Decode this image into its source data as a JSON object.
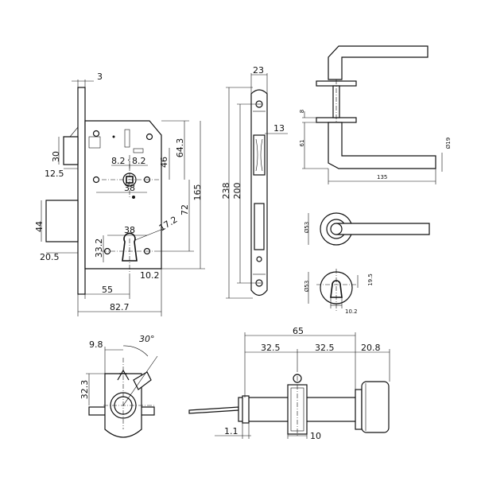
{
  "lock_body": {
    "d_3": "3",
    "d_30": "30",
    "d_12_5": "12.5",
    "d_44": "44",
    "d_20_5": "20.5",
    "d_8_2_a": "8.2",
    "d_8_2_b": "8.2",
    "d_38_top": "38",
    "d_46": "46",
    "d_64_3": "64.3",
    "d_165": "165",
    "d_72": "72",
    "d_38_mid": "38",
    "d_17_2": "17.2",
    "d_33_2": "33.2",
    "d_10_2": "10.2",
    "d_55": "55",
    "d_82_7": "82.7"
  },
  "faceplate": {
    "d_23": "23",
    "d_13": "13",
    "d_238": "238",
    "d_200": "200"
  },
  "handle": {
    "d_8": "8",
    "d_61": "61",
    "d_19": "Ø19",
    "d_135": "135"
  },
  "rosette": {
    "d_53": "Ø53"
  },
  "escutcheon": {
    "d_53": "Ø53",
    "d_19_5": "19.5",
    "d_10_2": "10.2"
  },
  "cylinder_front": {
    "d_9_8": "9.8",
    "d_30deg": "30°",
    "d_32_3": "32.3"
  },
  "cylinder_side": {
    "d_65": "65",
    "d_32_5_a": "32.5",
    "d_32_5_b": "32.5",
    "d_20_8": "20.8",
    "d_1_1": "1.1",
    "d_10": "10"
  }
}
